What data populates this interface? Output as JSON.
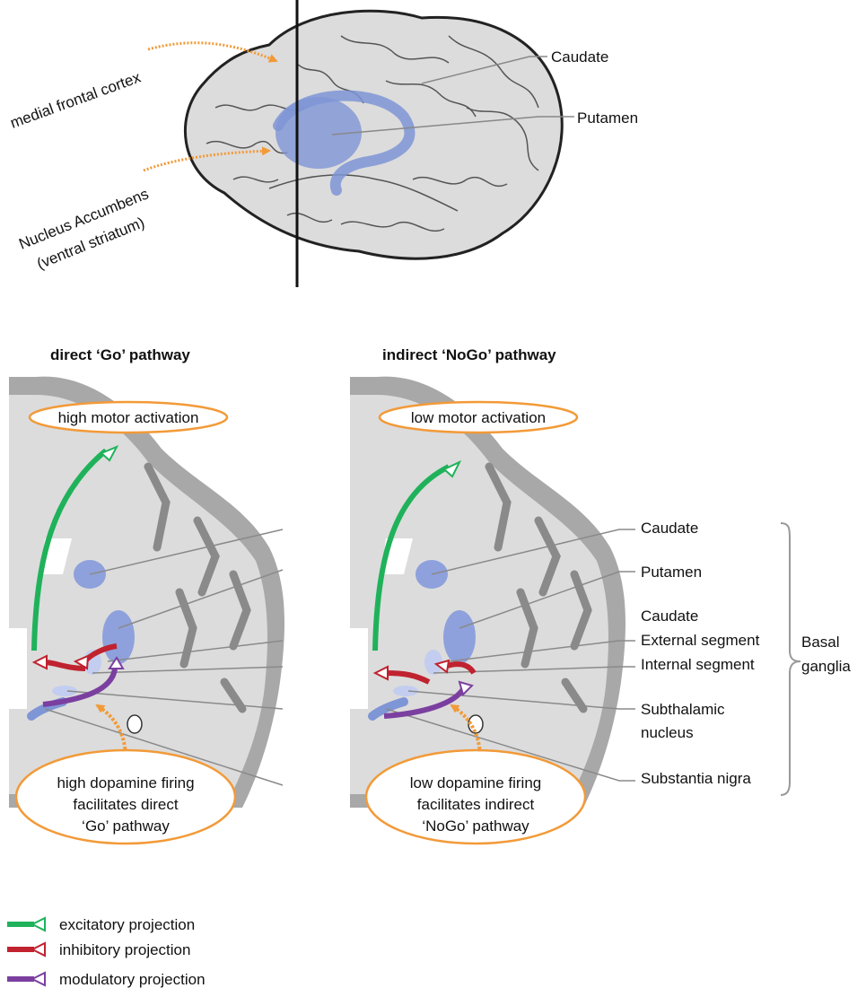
{
  "top_labels": {
    "medial_frontal_cortex": "medial frontal cortex",
    "nucleus_accumbens": "Nucleus Accumbens",
    "ventral_striatum": "(ventral striatum)",
    "caudate": "Caudate",
    "putamen": "Putamen"
  },
  "panels": {
    "direct": {
      "title": "direct ‘Go’ pathway",
      "motor": "high motor activation",
      "dopamine_lines": [
        "high dopamine firing",
        "facilitates direct",
        "‘Go’ pathway"
      ]
    },
    "indirect": {
      "title": "indirect ‘NoGo’ pathway",
      "motor": "low motor activation",
      "dopamine_lines": [
        "low dopamine firing",
        "facilitates indirect",
        "‘NoGo’ pathway"
      ]
    }
  },
  "structures": {
    "caudate": "Caudate",
    "putamen": "Putamen",
    "caudate2": "Caudate",
    "external_segment": "External segment",
    "internal_segment": "Internal segment",
    "subthalamic": "Subthalamic",
    "nucleus": "nucleus",
    "substantia_nigra": "Substantia nigra",
    "basal": "Basal",
    "ganglia": "ganglia"
  },
  "legend": [
    {
      "label": "excitatory projection",
      "color": "#1fb25a"
    },
    {
      "label": "inhibitory projection",
      "color": "#c0222f"
    },
    {
      "label": "modulatory projection",
      "color": "#7b3fa0"
    }
  ],
  "colors": {
    "excitatory": "#1fb25a",
    "inhibitory": "#c0222f",
    "modulatory": "#7b3fa0",
    "highlight": "#f29a38",
    "structure_blue": "#7e95d6"
  }
}
